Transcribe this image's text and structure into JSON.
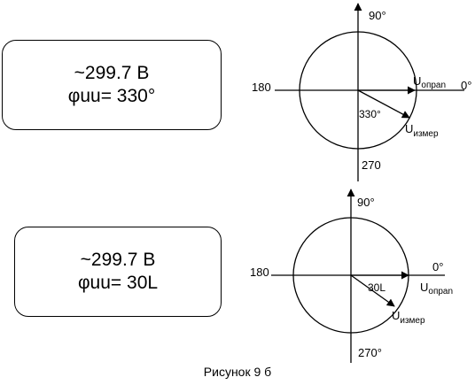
{
  "panel1": {
    "readout": {
      "voltage": "~299.7 В",
      "phase": "φuu= 330°"
    },
    "labels": {
      "deg90": "90°",
      "deg180": "180",
      "deg0": "0°",
      "deg270": "270",
      "angle": "330°",
      "ref_main": "U",
      "ref_sub": "опрan",
      "meas_main": "U",
      "meas_sub": "измер"
    }
  },
  "panel2": {
    "readout": {
      "voltage": "~299.7 В",
      "phase": "φuu= 30L"
    },
    "labels": {
      "deg90": "90°",
      "deg180": "180",
      "deg0": "0°",
      "deg270": "270°",
      "angle": "30L",
      "ref_main": "U",
      "ref_sub": "опрan",
      "meas_main": "U",
      "meas_sub": "измер"
    }
  },
  "caption": "Рисунок 9 б"
}
